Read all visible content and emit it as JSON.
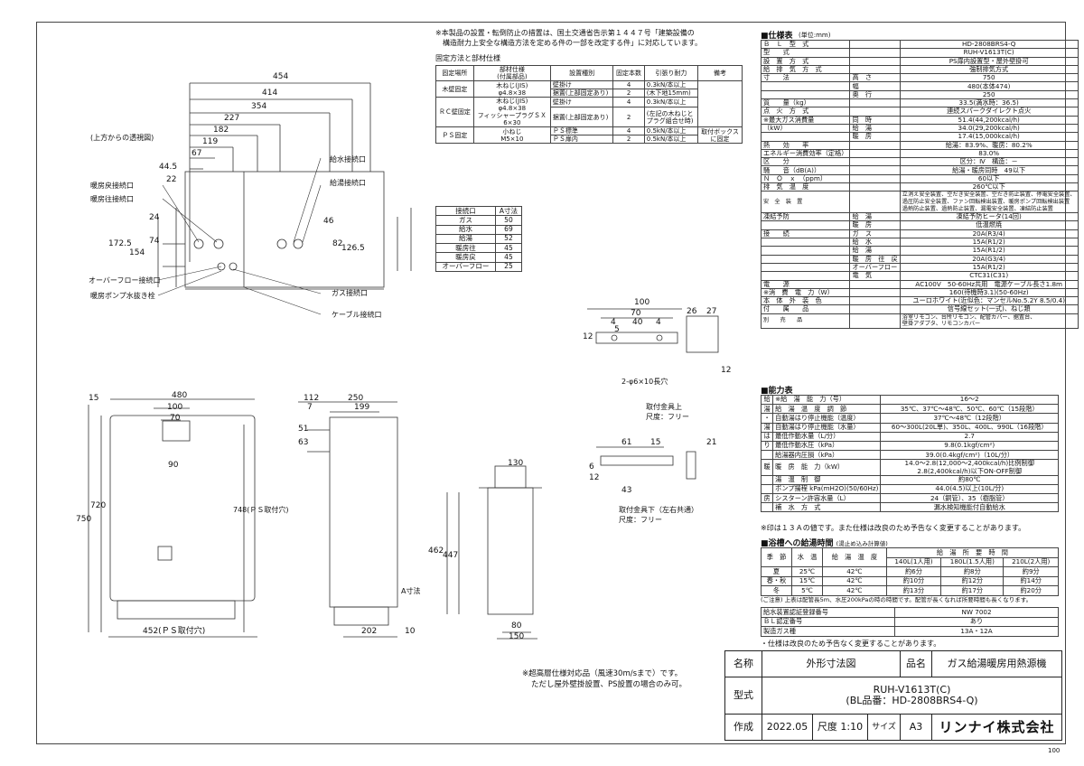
{
  "unit_label": "(単位:mm)",
  "page_number": "100",
  "notes": {
    "law_note_1": "※本製品の設置・転倒防止の措置は、国土交通省告示第１４４７号「建築設備の",
    "law_note_2": "構造耐力上安全な構造方法を定める件の一部を改定する件」に対応しています。",
    "super_high_1": "※超高層仕様対応品（風速30m/sまで）です。",
    "super_high_2": "ただし屋外壁掛設置、PS設置の場合のみ可。",
    "bath_note": "(ご注意) 上表は配管長5m、水圧200kPaの時の時間です。配管が長くなれば所要時間も長くなります。",
    "spec_change": "・仕様は改良のため予告なく変更することがあります。",
    "perf_note": "※印は１３Ａの値です。また仕様は改良のため予告なく変更することがあります。"
  },
  "drawing": {
    "top_view_label": "(上方からの透視図)",
    "labels": {
      "water_supply": "給水接続口",
      "hot_water": "給湯接続口",
      "heat_return": "暖房戻接続口",
      "heat_supply": "暖房往接続口",
      "overflow": "オーバーフロー接続口",
      "pump_drain": "暖房ポンプ水抜き栓",
      "gas": "ガス接続口",
      "cable": "ケーブル接続口"
    },
    "top_dims": [
      "454",
      "414",
      "354",
      "227",
      "182",
      "119",
      "67",
      "44.5",
      "22"
    ],
    "side_dims_left": [
      "24",
      "74",
      "154",
      "172.5"
    ],
    "side_dims_right": [
      "46",
      "82",
      "126.5"
    ],
    "front_dims": [
      "480",
      "100",
      "70",
      "90",
      "15",
      "720",
      "750",
      "748(ＰＳ取付穴)",
      "452(ＰＳ取付穴)"
    ],
    "side_view_dims": [
      "112",
      "250",
      "7",
      "199",
      "51",
      "63",
      "A寸法",
      "10",
      "202"
    ],
    "rear_dims": [
      "130",
      "462",
      "447",
      "80",
      "150"
    ],
    "bracket_top": {
      "dims": [
        "100",
        "70",
        "4",
        "40",
        "4",
        "5",
        "12",
        "26",
        "27",
        "12"
      ],
      "hole": "2-φ6×10長穴",
      "name": "取付金具上",
      "scale": "尺度：フリー"
    },
    "bracket_bottom": {
      "dims": [
        "61",
        "15",
        "21",
        "6",
        "12",
        "43"
      ],
      "name": "取付金具下（左右共通）",
      "scale": "尺度：フリー"
    }
  },
  "fixing": {
    "title": "固定方法と部材仕様",
    "headers": [
      "固定場所",
      "部材仕様\n(付属部品)",
      "設置種別",
      "固定本数",
      "引張り耐力",
      "備考"
    ],
    "rows": [
      [
        "木壁固定",
        "木ねじ(JIS)\nφ4.8×38",
        "壁掛け",
        "4",
        "0.3kN/本以上",
        ""
      ],
      [
        "",
        "",
        "据置(上部固定あり)",
        "2",
        "(木下地15mm)",
        ""
      ],
      [
        "ＲＣ壁固定",
        "木ねじ(JIS)\nφ4.8×38\nフィッシャープラグＳＸ\n6×30",
        "壁掛け",
        "4",
        "0.3kN/本以上",
        ""
      ],
      [
        "",
        "",
        "据置(上部固定あり)",
        "2",
        "(左記の木ねじと\nプラグ組合せ時)",
        ""
      ],
      [
        "ＰＳ固定",
        "小ねじ\nM5×10",
        "ＰＳ標準",
        "4",
        "0.5kN/本以上",
        "取付ボックス\nに固定"
      ],
      [
        "",
        "",
        "ＰＳ扉内",
        "2",
        "0.5kN/本以上",
        ""
      ]
    ]
  },
  "connections": {
    "headers": [
      "接続口",
      "A寸法"
    ],
    "rows": [
      [
        "ガス",
        "50"
      ],
      [
        "給水",
        "69"
      ],
      [
        "給湯",
        "52"
      ],
      [
        "暖房往",
        "45"
      ],
      [
        "暖房戻",
        "45"
      ],
      [
        "オーバーフロー",
        "25"
      ]
    ]
  },
  "spec": {
    "title": "■仕様表",
    "rows": [
      [
        "Ｂ　Ｌ　型　式",
        "",
        "HD-2808BRS4-Q"
      ],
      [
        "型　　式",
        "",
        "RUH-V1613T(C)"
      ],
      [
        "設　置　方　式",
        "",
        "PS扉内設置型・屋外壁掛可"
      ],
      [
        "給　排　気　方　式",
        "",
        "強制排気方式"
      ],
      [
        "寸　　法",
        "高　さ",
        "750"
      ],
      [
        "",
        "幅",
        "480(本体474)"
      ],
      [
        "",
        "奥　行",
        "250"
      ],
      [
        "質　　量（kg）",
        "",
        "33.5(満水時：36.5)"
      ],
      [
        "点　火　方　式",
        "",
        "連続スパークダイレクト点火"
      ],
      [
        "※最大ガス消費量",
        "同　時",
        "51.4(44,200kcal/h)"
      ],
      [
        "（kW）",
        "給　湯",
        "34.0(29,200kcal/h)"
      ],
      [
        "",
        "暖　房",
        "17.4(15,000kcal/h)"
      ],
      [
        "熱　　効　　率",
        "",
        "給湯：83.9%、暖房：80.2%"
      ],
      [
        "エネルギー消費効率（定格）",
        "",
        "83.0%"
      ],
      [
        "区　　分",
        "",
        "区分：Ⅳ　構造：－"
      ],
      [
        "騒　　音（dB(A)）",
        "",
        "給湯・暖房同時　49以下"
      ],
      [
        "Ｎ　Ｏ　ｘ　（ppm）",
        "",
        "60以下"
      ],
      [
        "排　気　温　度",
        "",
        "260℃以下"
      ],
      [
        "安　全　装　置",
        "",
        "立消え安全装置、空だき安全装置、空だき防止装置、停電安全装置、\n過圧防止安全装置、ファン回転検出装置、暖房ポンプ回転検出装置\n過熱防止装置、過熱防止装置、漏電安全装置、凍結防止装置"
      ],
      [
        "凍結予防",
        "給　湯",
        "凍結予防ヒータ(14回)"
      ],
      [
        "",
        "暖　房",
        "低温燃焼"
      ],
      [
        "接　　続",
        "ガ　ス",
        "20A(R3/4)"
      ],
      [
        "",
        "給　水",
        "15A(R1/2)"
      ],
      [
        "",
        "給　湯",
        "15A(R1/2)"
      ],
      [
        "",
        "暖　房　往　戻",
        "20A(G3/4)"
      ],
      [
        "",
        "オーバーフロー",
        "15A(R1/2)"
      ],
      [
        "",
        "電　気",
        "CTC31(C31)"
      ],
      [
        "電　　源",
        "",
        "AC100V　50-60Hz共用　電源ケーブル長さ1.8m"
      ],
      [
        "※消　費　電　力（W）",
        "",
        "160(待機時3.1)(50-60Hz)"
      ],
      [
        "本　体　外　装　色",
        "",
        "ユーロホワイト(近似色：マンセルNo.5.2Y 8.5/0.4)"
      ],
      [
        "付　　属　　品",
        "",
        "信号線セット(一式)、ねじ類"
      ],
      [
        "別　　売　　品",
        "",
        "浴室リモコン、台所リモコン、配管カバー、据置台、\n壁掛アダプタ、リモコンカバー"
      ]
    ]
  },
  "performance": {
    "title": "■能力表",
    "rows": [
      [
        "給",
        "※給　湯　能　力（号）",
        "16～2"
      ],
      [
        "湯",
        "給　湯　温　度　調　節",
        "35℃、37℃～48℃、50℃、60℃（15段階）"
      ],
      [
        "・",
        "自動湯はり停止機能（温度）",
        "37℃～48℃（12段階）"
      ],
      [
        "湯",
        "自動湯はり停止機能（水量）",
        "60～300L(20L単)、350L、400L、990L（16段階）"
      ],
      [
        "は",
        "最低作動水量（L/分）",
        "2.7"
      ],
      [
        "り",
        "最低作動水圧（kPa）",
        "9.8(0.1kgf/cm²)"
      ],
      [
        "",
        "給湯器内圧損（kPa）",
        "39.0(0.4kgf/cm²)（10L/分）"
      ],
      [
        "暖",
        "暖　房　能　力（kW）",
        "14.0～2.8(12,000～2,400kcal/h)比例制御\n2.8(2,400kcal/h)以下ON-OFF制御"
      ],
      [
        "",
        "湯　温　制　御",
        "約80℃"
      ],
      [
        "",
        "ポンプ揚程 kPa(mH2O)(50/60Hz)",
        "44.0(4.5)以上(10L/分)"
      ],
      [
        "房",
        "シスターン許容水量（L）",
        "24（銅管）、35（樹脂管）"
      ],
      [
        "",
        "補　水　方　式",
        "漏水検知機能付自動給水"
      ]
    ]
  },
  "bath": {
    "title": "■浴槽への給湯時間",
    "subtitle": "(湯止め込み計算値)",
    "headers": [
      "季　節",
      "水　温",
      "給　湯　温　度",
      "給　湯　所　要　時　間"
    ],
    "subheaders": [
      "140L(1人用)",
      "180L(1.5人用)",
      "210L(2人用)"
    ],
    "rows": [
      [
        "夏",
        "25℃",
        "42℃",
        "約6分",
        "約8分",
        "約9分"
      ],
      [
        "春・秋",
        "15℃",
        "42℃",
        "約10分",
        "約12分",
        "約14分"
      ],
      [
        "冬",
        "5℃",
        "42℃",
        "約13分",
        "約17分",
        "約20分"
      ]
    ]
  },
  "cert": {
    "rows": [
      [
        "給水装置認証登録番号",
        "NW 7002"
      ],
      [
        "ＢＬ認定番号",
        "あり"
      ],
      [
        "製造ガス種",
        "13A・12A"
      ]
    ]
  },
  "title_block": {
    "name_label": "名称",
    "name_value": "外形寸法図",
    "product_label": "品名",
    "product_value": "ガス給湯暖房用熱源機",
    "model_label": "型式",
    "model_value_1": "RUH-V1613T(C)",
    "model_value_2": "(BL品番：HD-2808BRS4-Q)",
    "made_label": "作成",
    "date": "2022.05",
    "scale_label": "尺度",
    "scale_value": "1:10",
    "size_label": "サイズ",
    "size_value": "A3",
    "company": "リンナイ株式会社"
  }
}
